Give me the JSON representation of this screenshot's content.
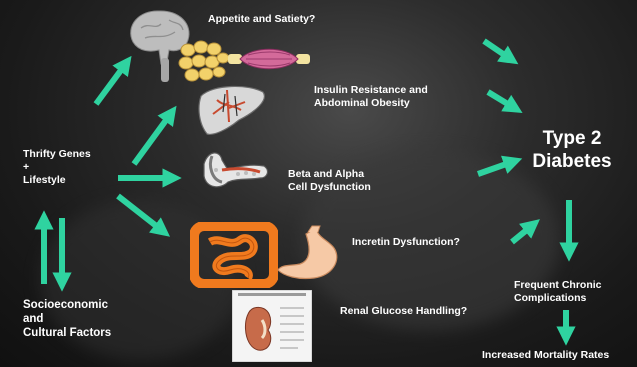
{
  "labels": {
    "appetite": "Appetite and Satiety?",
    "insulin": "Insulin Resistance and\nAbdominal Obesity",
    "beta": "Beta and Alpha\nCell Dysfunction",
    "incretin": "Incretin Dysfunction?",
    "renal": "Renal Glucose Handling?",
    "thrifty": "Thrifty Genes\n+\nLifestyle",
    "socio": "Socioeconomic\nand\nCultural Factors",
    "type2": "Type 2\nDiabetes",
    "complications": "Frequent Chronic\nComplications",
    "mortality": "Increased Mortality Rates"
  },
  "colors": {
    "arrow": "#2fd3a0",
    "text": "#ffffff",
    "background": "#262626"
  },
  "icons": [
    "brain-icon",
    "adipose-tissue-icon",
    "muscle-icon",
    "liver-icon",
    "pancreas-icon",
    "intestine-icon",
    "stomach-icon",
    "kidney-chart-icon"
  ]
}
